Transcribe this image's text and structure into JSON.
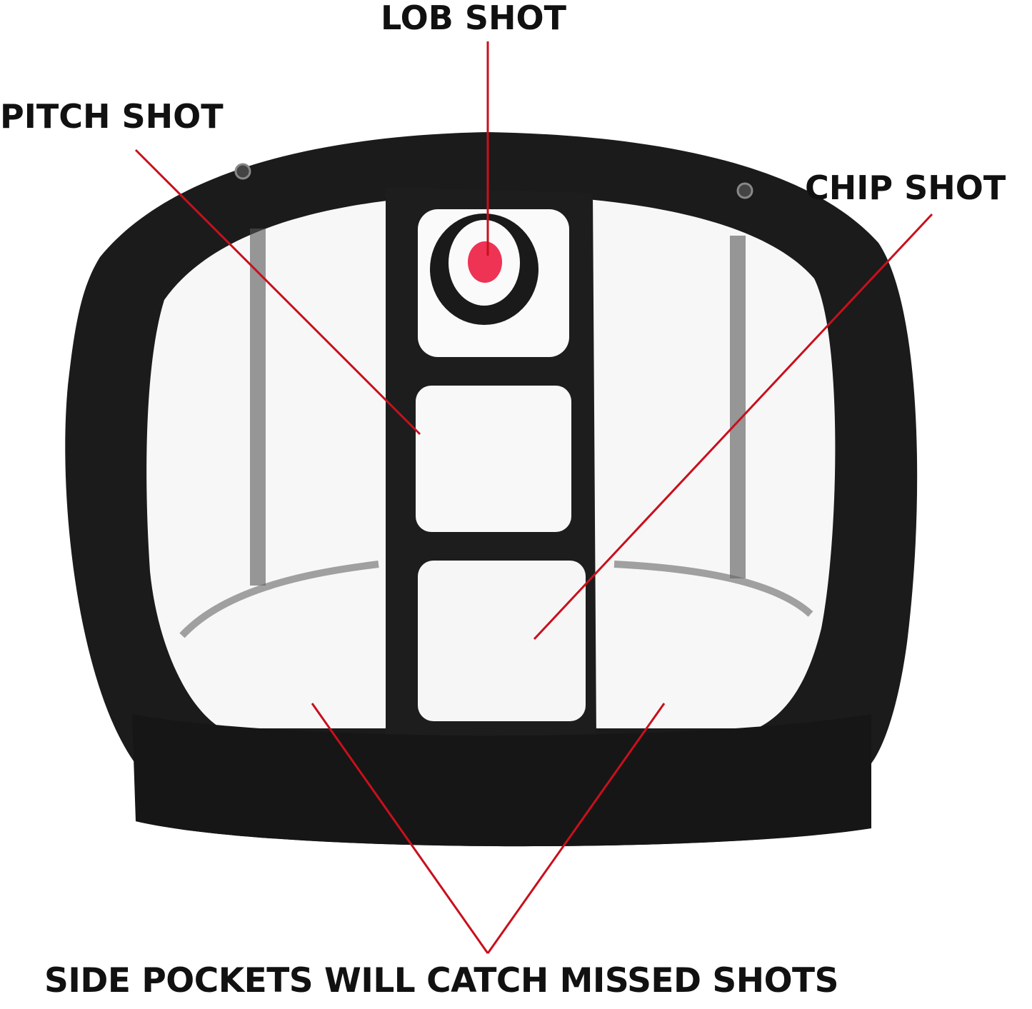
{
  "labels": {
    "lob": "LOB SHOT",
    "pitch": "PITCH SHOT",
    "chip": "CHIP SHOT",
    "side": "SIDE POCKETS WILL CATCH MISSED SHOTS"
  },
  "colors": {
    "pointer_line": "#c8101c",
    "target_center": "#ee3355",
    "net_frame": "#1a1a1a"
  }
}
